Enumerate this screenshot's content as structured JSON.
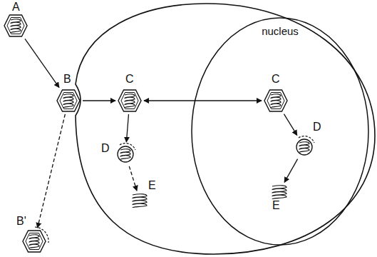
{
  "diagram": {
    "nodes": [
      {
        "text": [
          "A"
        ]
      },
      {
        "text": [
          "B"
        ]
      },
      {
        "text": [
          "B'"
        ]
      },
      {
        "text": [
          "C"
        ]
      },
      {
        "text": [
          "D"
        ]
      },
      {
        "text": [
          "E"
        ]
      },
      {
        "text": [
          "nucleus"
        ]
      },
      {
        "text": [
          "C"
        ],
        "in": 6
      },
      {
        "text": [
          "D"
        ],
        "in": 6
      },
      {
        "text": [
          "E"
        ],
        "in": 6
      }
    ],
    "edges": [
      {
        "from": 0,
        "to": 1,
        "arrow": "to"
      },
      {
        "from": 1,
        "to": 2,
        "arrow": "to"
      },
      {
        "from": 1,
        "to": 3,
        "arrow": "to"
      },
      {
        "from": 3,
        "to": 4,
        "arrow": "to"
      },
      {
        "from": 4,
        "to": 5,
        "arrow": "to"
      },
      {
        "from": 3,
        "to": 7,
        "arrow": "both"
      },
      {
        "from": 7,
        "to": 8,
        "arrow": "to"
      },
      {
        "from": 8,
        "to": 9,
        "arrow": "to"
      }
    ]
  }
}
